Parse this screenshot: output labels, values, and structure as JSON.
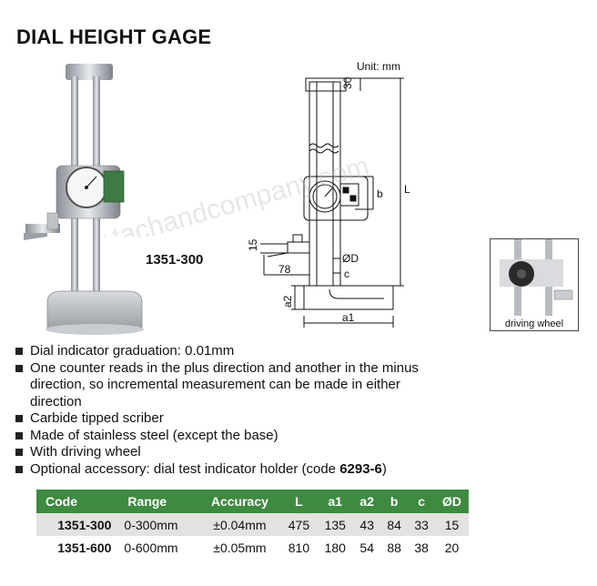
{
  "title": "DIAL HEIGHT GAGE",
  "unit_label": "Unit: mm",
  "model_label": "1351-300",
  "inset_label": "driving wheel",
  "drawing_labels": {
    "top_30": "30",
    "b": "b",
    "L": "L",
    "d15": "15",
    "d78": "78",
    "phiD": "ØD",
    "c": "c",
    "a2": "a2",
    "a1": "a1"
  },
  "watermark": "www.tachandcompany.com",
  "features": [
    "Dial indicator graduation: 0.01mm",
    "One counter reads in the plus direction and another in the minus direction, so incremental measurement can be made in either direction",
    "Carbide tipped scriber",
    "Made of stainless steel (except the base)",
    "With driving wheel"
  ],
  "accessory": {
    "prefix": "Optional accessory: dial test indicator holder (code ",
    "code": "6293-6",
    "suffix": ")"
  },
  "table": {
    "headers": [
      "Code",
      "Range",
      "Accuracy",
      "L",
      "a1",
      "a2",
      "b",
      "c",
      "ØD"
    ],
    "rows": [
      [
        "1351-300",
        "0-300mm",
        "±0.04mm",
        "475",
        "135",
        "43",
        "84",
        "33",
        "15"
      ],
      [
        "1351-600",
        "0-600mm",
        "±0.05mm",
        "810",
        "180",
        "54",
        "88",
        "38",
        "20"
      ]
    ]
  },
  "colors": {
    "table_header": "#3e8a40",
    "row_shade": "#e2e2e2",
    "watermark": "#b9b9c8"
  }
}
